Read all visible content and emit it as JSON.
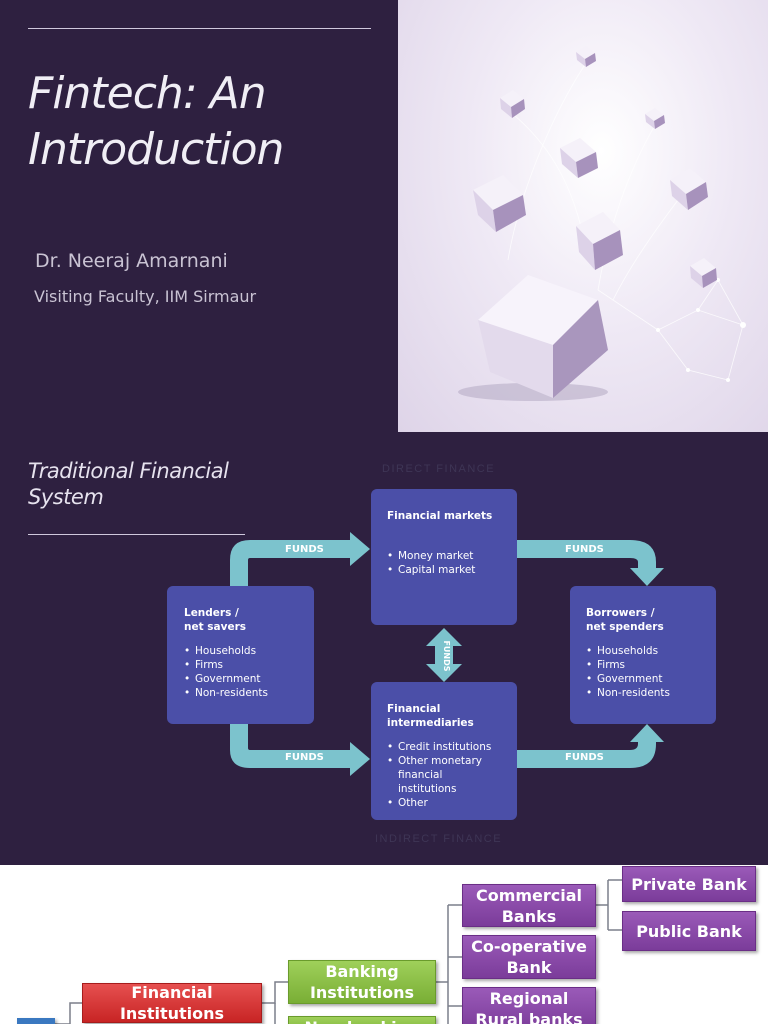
{
  "slide1": {
    "title_line1": "Fintech: An",
    "title_line2": "Introduction",
    "author": "Dr. Neeraj Amarnani",
    "affiliation": "Visiting Faculty, IIM Sirmaur"
  },
  "slide2": {
    "title": "Traditional Financial System",
    "direct_label": "DIRECT FINANCE",
    "indirect_label": "INDIRECT FINANCE",
    "funds_label": "FUNDS",
    "markets": {
      "title": "Financial markets",
      "items": [
        "Money market",
        "Capital market"
      ]
    },
    "lenders": {
      "title_line1": "Lenders /",
      "title_line2": "net savers",
      "items": [
        "Households",
        "Firms",
        "Government",
        "Non-residents"
      ]
    },
    "borrowers": {
      "title_line1": "Borrowers /",
      "title_line2": "net spenders",
      "items": [
        "Households",
        "Firms",
        "Government",
        "Non-residents"
      ]
    },
    "intermediaries": {
      "title_line1": "Financial",
      "title_line2": "intermediaries",
      "items": [
        "Credit institutions",
        "Other monetary financial institutions",
        "Other"
      ]
    },
    "colors": {
      "background": "#2e2040",
      "box": "#4b4fa8",
      "arrow": "#7cc3cd"
    }
  },
  "slide3": {
    "financial_institutions": "Financial Institutions",
    "banking_institutions": "Banking Institutions",
    "non_banking_partial": "Non-banking",
    "commercial_banks": "Commercial Banks",
    "cooperative_bank": "Co-operative Bank",
    "regional_rural_banks": "Regional Rural banks",
    "private_bank": "Private Bank",
    "public_bank": "Public Bank",
    "colors": {
      "purple": "#8a4aa8",
      "green": "#8bc34a",
      "red": "#d83434",
      "blue": "#3a78c0"
    }
  }
}
